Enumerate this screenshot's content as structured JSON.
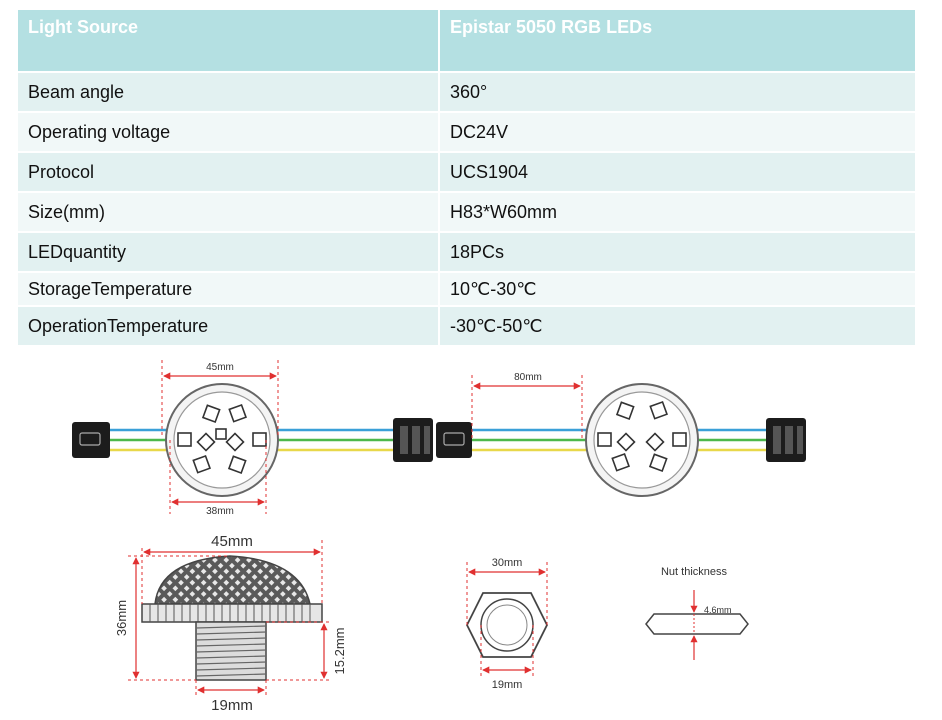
{
  "spec_table": {
    "header": {
      "key": "Light Source",
      "value": "Epistar 5050 RGB LEDs"
    },
    "rows": [
      {
        "key": "Beam angle",
        "value": "360°"
      },
      {
        "key": "Operating voltage",
        "value": "DC24V"
      },
      {
        "key": "Protocol",
        "value": "UCS1904"
      },
      {
        "key": "Size(mm)",
        "value": "H83*W60mm"
      },
      {
        "key": "LEDquantity",
        "value": "18PCs"
      },
      {
        "key": "StorageTemperature",
        "value": "10℃-30℃"
      },
      {
        "key": "OperationTemperature",
        "value": "-30℃-50℃"
      }
    ]
  },
  "drawing": {
    "pixel_diameter": "45mm",
    "inner_diameter": "38mm",
    "pixel_spacing": "80mm",
    "side_width": "45mm",
    "side_height": "36mm",
    "thread_length": "15.2mm",
    "thread_diameter": "19mm",
    "nut_outer": "30mm",
    "nut_inner": "19mm",
    "nut_title": "Nut thickness",
    "nut_thickness": "4.6mm"
  },
  "colors": {
    "table_header": "#b4e0e2",
    "row_tint": "#e2f1f1",
    "dimension_red": "#e03030",
    "wire_blue": "#3aa0d8",
    "wire_green": "#4cb84c",
    "wire_yellow": "#e8d84a"
  }
}
